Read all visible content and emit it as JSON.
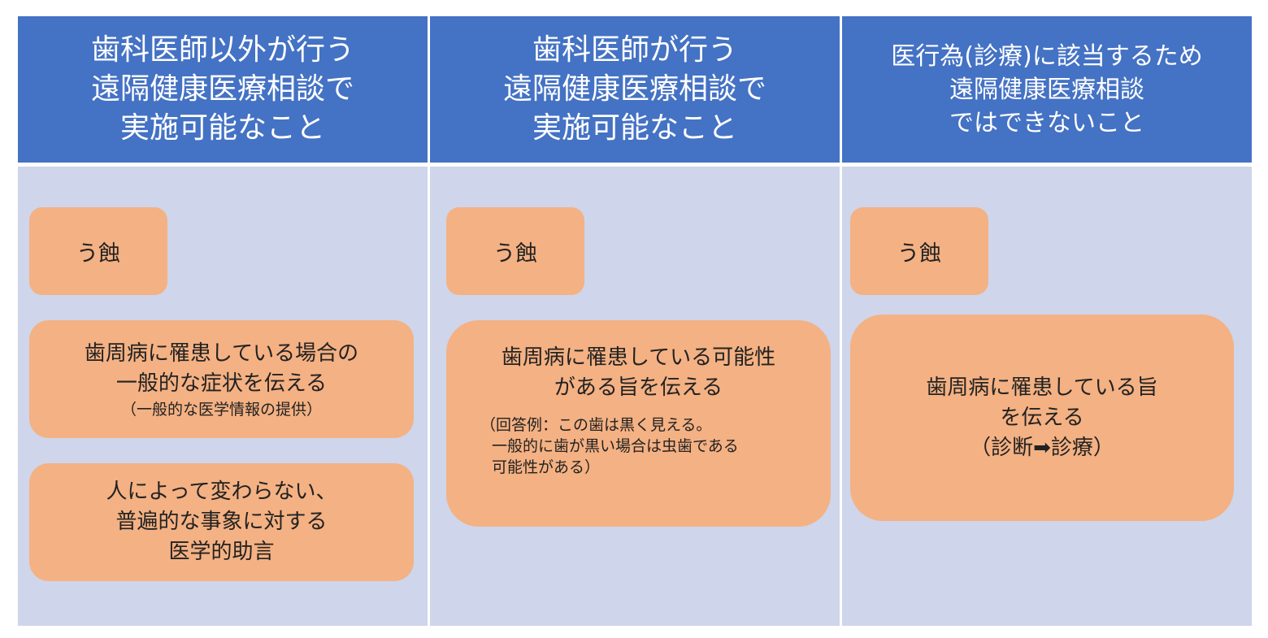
{
  "columns": [
    {
      "header_lines": [
        "歯科医師以外が行う",
        "遠隔健康医療相談で",
        "実施可能なこと"
      ],
      "caries": "う蝕",
      "box2_lines": [
        "歯周病に罹患している場合の",
        "一般的な症状を伝える"
      ],
      "box2_note": "（一般的な医学情報の提供）",
      "box3_lines": [
        "人によって変わらない、",
        "普遍的な事象に対する",
        "医学的助言"
      ]
    },
    {
      "header_lines": [
        "歯科医師が行う",
        "遠隔健康医療相談で",
        "実施可能なこと"
      ],
      "caries": "う蝕",
      "box2_lines": [
        "歯周病に罹患している可能性",
        "がある旨を伝える"
      ],
      "box2_note_lines": [
        "（回答例：この歯は黒く見える。",
        "一般的に歯が黒い場合は虫歯である",
        "可能性がある）"
      ]
    },
    {
      "header_lines": [
        "医行為(診療)に該当するため",
        "遠隔健康医療相談",
        "ではできないこと"
      ],
      "caries": "う蝕",
      "box2_lines": [
        "歯周病に罹患している旨",
        "を伝える",
        "（診断➡診療）"
      ]
    }
  ],
  "colors": {
    "header": "#4472c4",
    "column_body": "#cfd5ea",
    "box": "#f4b183"
  }
}
